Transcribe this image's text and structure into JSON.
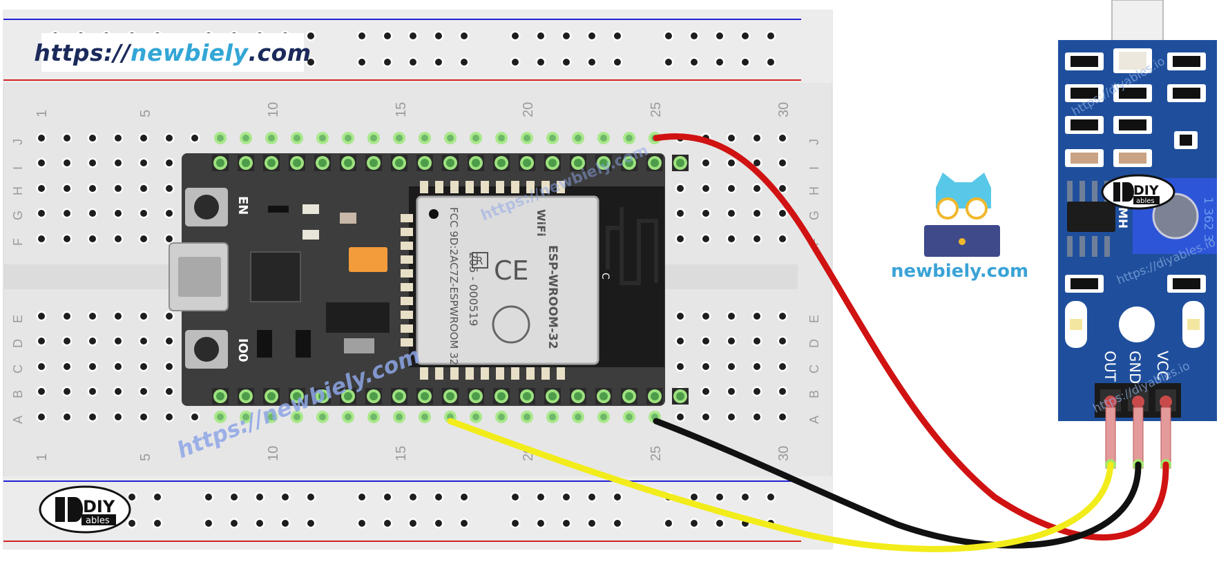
{
  "header": {
    "url_scheme": "https://",
    "url_brand": "newbiely",
    "url_tld": ".com"
  },
  "breadboard": {
    "column_numbers": [
      "1",
      "5",
      "10",
      "15",
      "20",
      "25",
      "30"
    ],
    "row_letters_top": [
      "J",
      "I",
      "H",
      "G",
      "F"
    ],
    "row_letters_bottom": [
      "E",
      "D",
      "C",
      "B",
      "A"
    ]
  },
  "esp32": {
    "button_en": "EN",
    "button_io0": "IO0",
    "module_brand": "WiFi",
    "module_name": "ESP-WROOM-32",
    "module_fcc": "FCC 9D:2AC7Z-ESPWROOM 32",
    "module_id": "205 - 000519",
    "antenna_label": "C",
    "r_mark": "R"
  },
  "sensor": {
    "pin_out": "OUT",
    "pin_gnd": "GND",
    "pin_vcc": "VCC",
    "pot_code": "1 362 3",
    "chip_label": "MH"
  },
  "logos": {
    "diy_main": "DIY",
    "diy_sub": "ables",
    "newbiely_caption": "newbiely.com"
  },
  "watermarks": {
    "newbiely": "https://newbiely.com",
    "diyables": "https://diyables.io"
  },
  "colors": {
    "board": "#3d3d3d",
    "sensor_pcb": "#1f4f9c",
    "wire_red": "#d01212",
    "wire_black": "#111111",
    "wire_yellow": "#f2ec1a",
    "pin_green": "#9ee27f"
  }
}
